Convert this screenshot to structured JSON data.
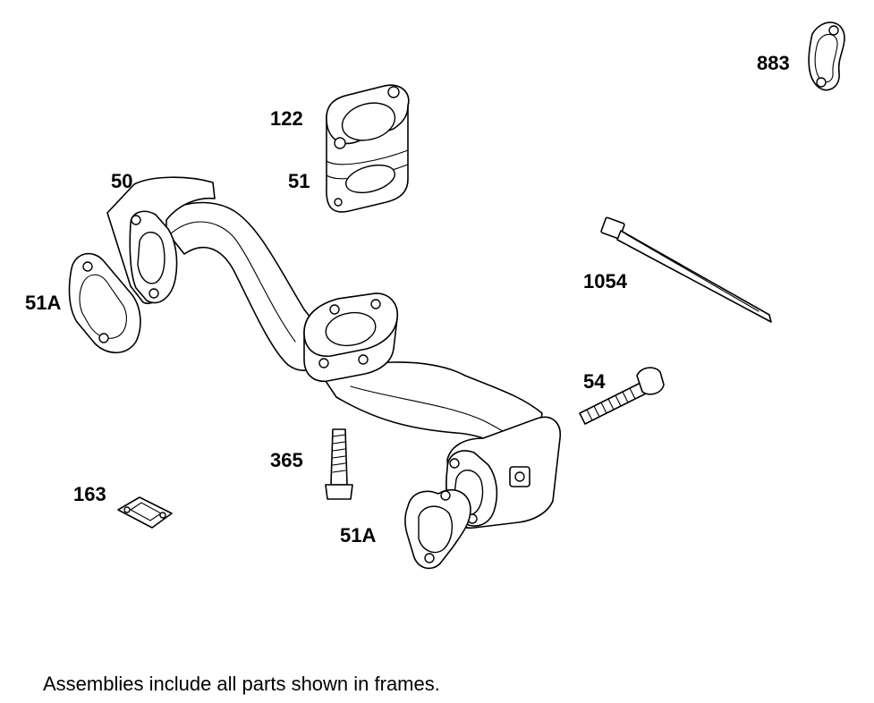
{
  "callouts": [
    {
      "id": "c883",
      "label": "883"
    },
    {
      "id": "c122",
      "label": "122"
    },
    {
      "id": "c51",
      "label": "51"
    },
    {
      "id": "c50",
      "label": "50"
    },
    {
      "id": "c51a1",
      "label": "51A"
    },
    {
      "id": "c1054",
      "label": "1054"
    },
    {
      "id": "c54",
      "label": "54"
    },
    {
      "id": "c365",
      "label": "365"
    },
    {
      "id": "c163",
      "label": "163"
    },
    {
      "id": "c51a2",
      "label": "51A"
    }
  ],
  "footnote": "Assemblies include all parts shown in frames."
}
